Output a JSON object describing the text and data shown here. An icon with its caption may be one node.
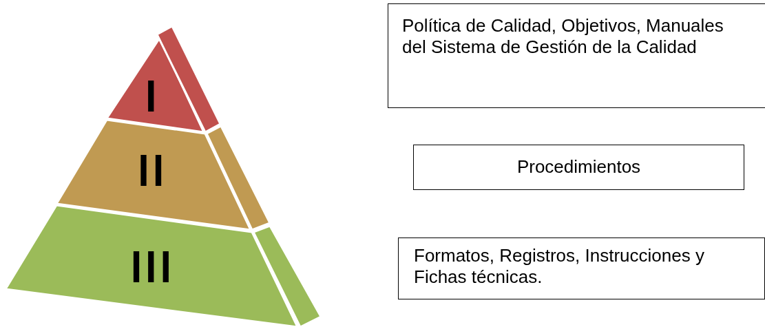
{
  "diagram": {
    "nodes": [
      {
        "text": [
          "I"
        ]
      },
      {
        "text": [
          "II"
        ]
      },
      {
        "text": [
          "III"
        ]
      },
      {
        "text": [
          "Política de Calidad, Objetivos, Manuales del Sistema de Gestión de la Calidad"
        ]
      },
      {
        "text": [
          "Procedimientos"
        ]
      },
      {
        "text": [
          "Formatos, Registros, Instrucciones y Fichas técnicas."
        ]
      }
    ],
    "edges": []
  }
}
